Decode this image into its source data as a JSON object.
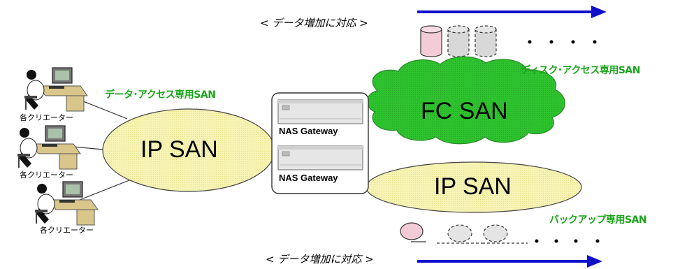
{
  "annotations": {
    "top_note": "< データ増加に対応 >",
    "bottom_note": "< データ増加に対応 >"
  },
  "labels": {
    "data_access_san": "データ･アクセス専用SAN",
    "disk_access_san": "ディスク･アクセス専用SAN",
    "backup_san": "バックアップ専用SAN"
  },
  "networks": {
    "ip_san_left": "IP SAN",
    "fc_san": "FC SAN",
    "ip_san_right": "IP SAN"
  },
  "gateways": [
    "NAS Gateway",
    "NAS Gateway"
  ],
  "creators": [
    "各クリエーター",
    "各クリエーター",
    "各クリエーター"
  ],
  "colors": {
    "cloud_green": "#2ec22e",
    "ellipse_yellow": "#f6f3b4",
    "arrow_blue": "#1111cc",
    "label_green": "#1aa51a",
    "disk_pink": "#f4ccd8",
    "disk_gray": "#d4d4d4"
  }
}
